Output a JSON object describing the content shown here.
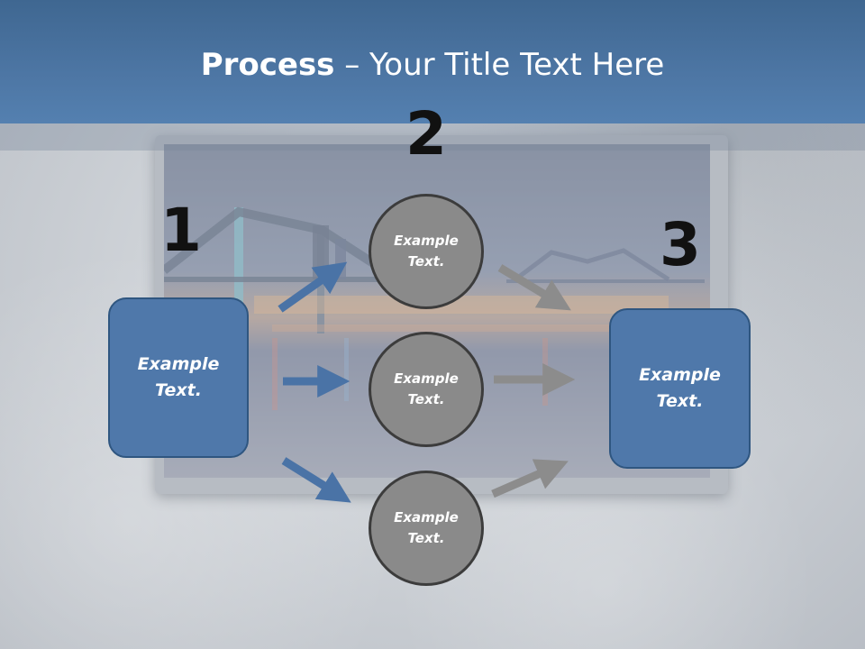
{
  "title": {
    "bold": "Process",
    "rest": " – Your Title Text Here"
  },
  "steps": {
    "one": {
      "number": "1",
      "text": "Example\nText."
    },
    "two": {
      "number": "2"
    },
    "three": {
      "number": "3",
      "text": "Example\nText."
    }
  },
  "circles": [
    {
      "text": "Example\nText."
    },
    {
      "text": "Example\nText."
    },
    {
      "text": "Example\nText."
    }
  ],
  "colors": {
    "header": "#4d76a4",
    "box_fill": "#4f78aa",
    "circle_fill": "#8a8a8a",
    "blue_arrow": "#4a73a6",
    "gray_arrow": "#8c8c8c"
  }
}
